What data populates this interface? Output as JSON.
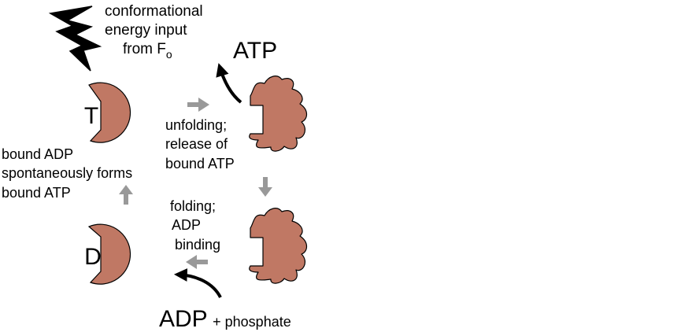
{
  "energy_note": {
    "line1": "conformational",
    "line2": "energy input",
    "line3_prefix": "from F",
    "line3_subscript": "o"
  },
  "products": {
    "atp": "ATP",
    "adp": "ADP",
    "phosphate": "+ phosphate"
  },
  "states": {
    "tight": "T",
    "loose": "D"
  },
  "steps": {
    "release": [
      "unfolding;",
      "release of",
      "bound ATP"
    ],
    "binding": [
      "folding;",
      "ADP",
      "binding"
    ],
    "synthesis": [
      "bound ADP",
      "spontaneously forms",
      "bound ATP"
    ]
  },
  "colors": {
    "subunit": "#c07864",
    "step_arrow": "#999999",
    "flow_arrow": "#000000",
    "lightning": "#000000"
  }
}
